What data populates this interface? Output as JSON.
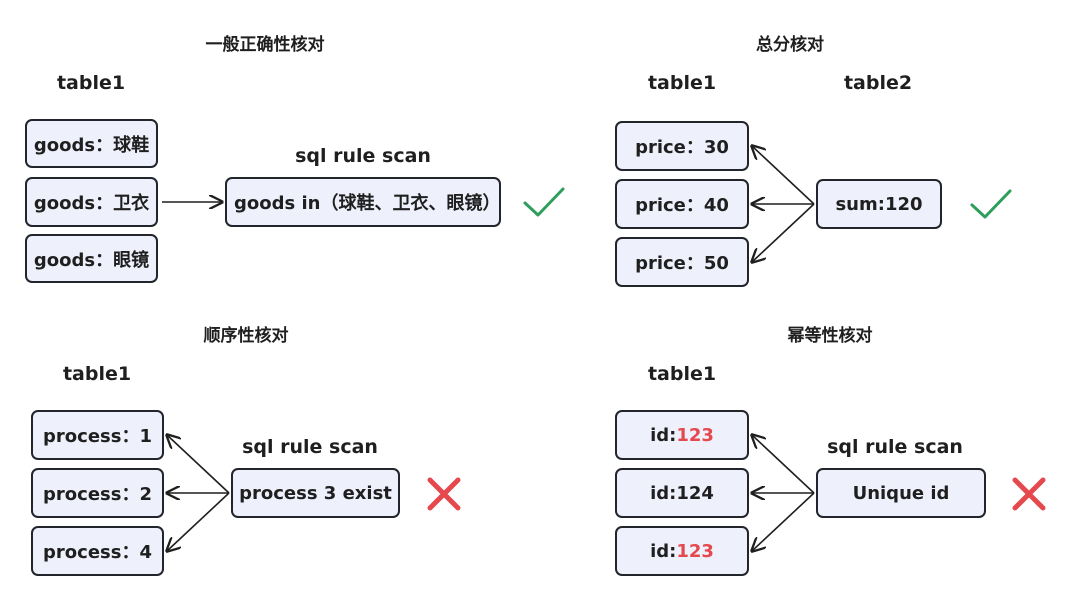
{
  "panels": {
    "general": {
      "heading": "一般正确性核对",
      "table_label": "table1",
      "rows": [
        "goods：球鞋",
        "goods：卫衣",
        "goods：眼镜"
      ],
      "scan_label": "sql rule scan",
      "rule": "goods in（球鞋、卫衣、眼镜）",
      "result": "pass"
    },
    "total": {
      "heading": "总分核对",
      "table1_label": "table1",
      "table2_label": "table2",
      "rows": [
        "price：30",
        "price：40",
        "price：50"
      ],
      "sum": "sum:120",
      "result": "pass"
    },
    "order": {
      "heading": "顺序性核对",
      "table_label": "table1",
      "rows": [
        "process：1",
        "process：2",
        "process：4"
      ],
      "scan_label": "sql rule scan",
      "rule": "process 3  exist",
      "result": "fail"
    },
    "idempotent": {
      "heading": "幂等性核对",
      "table_label": "table1",
      "rows": [
        {
          "prefix": "id:",
          "value": "123"
        },
        {
          "prefix": "id:124",
          "value": ""
        },
        {
          "prefix": "id:",
          "value": "123"
        }
      ],
      "scan_label": "sql rule scan",
      "rule": "Unique id",
      "result": "fail"
    }
  },
  "colors": {
    "box_fill": "#eef0fb",
    "box_border": "#22252c",
    "check": "#2e9e5b",
    "cross": "#e5484d",
    "highlight_text": "#e5484d"
  }
}
